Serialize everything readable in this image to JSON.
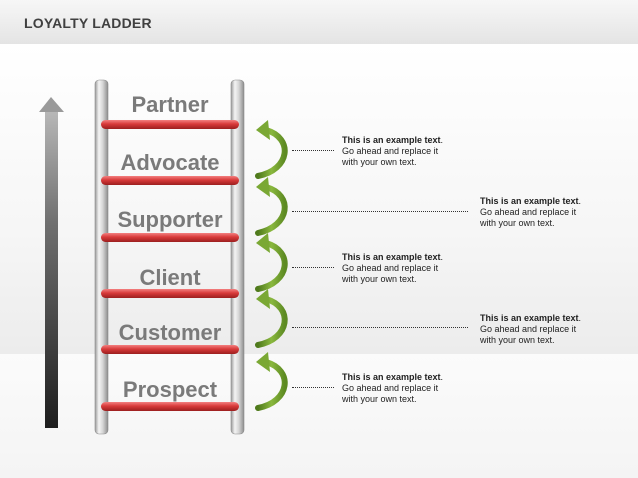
{
  "header": {
    "title": "LOYALTY LADDER"
  },
  "ladder": {
    "levels": [
      {
        "label": "Partner"
      },
      {
        "label": "Advocate"
      },
      {
        "label": "Supporter"
      },
      {
        "label": "Client"
      },
      {
        "label": "Customer"
      },
      {
        "label": "Prospect"
      }
    ]
  },
  "notes": [
    {
      "head": "This is an example text",
      "dot": ".",
      "line2": "Go ahead and replace it",
      "line3": "with your own text."
    },
    {
      "head": "This is an example text",
      "dot": ".",
      "line2": "Go ahead and replace it",
      "line3": "with your own text."
    },
    {
      "head": "This is an example text",
      "dot": ".",
      "line2": "Go ahead and replace it",
      "line3": "with your own text."
    },
    {
      "head": "This is an example text",
      "dot": ".",
      "line2": "Go ahead and replace it",
      "line3": "with your own text."
    },
    {
      "head": "This is an example text",
      "dot": ".",
      "line2": "Go ahead and replace it",
      "line3": "with your own text."
    }
  ],
  "colors": {
    "rung": "#d83a3a",
    "arrow_green": "#6e9a2c",
    "label": "#7a7a7a"
  }
}
